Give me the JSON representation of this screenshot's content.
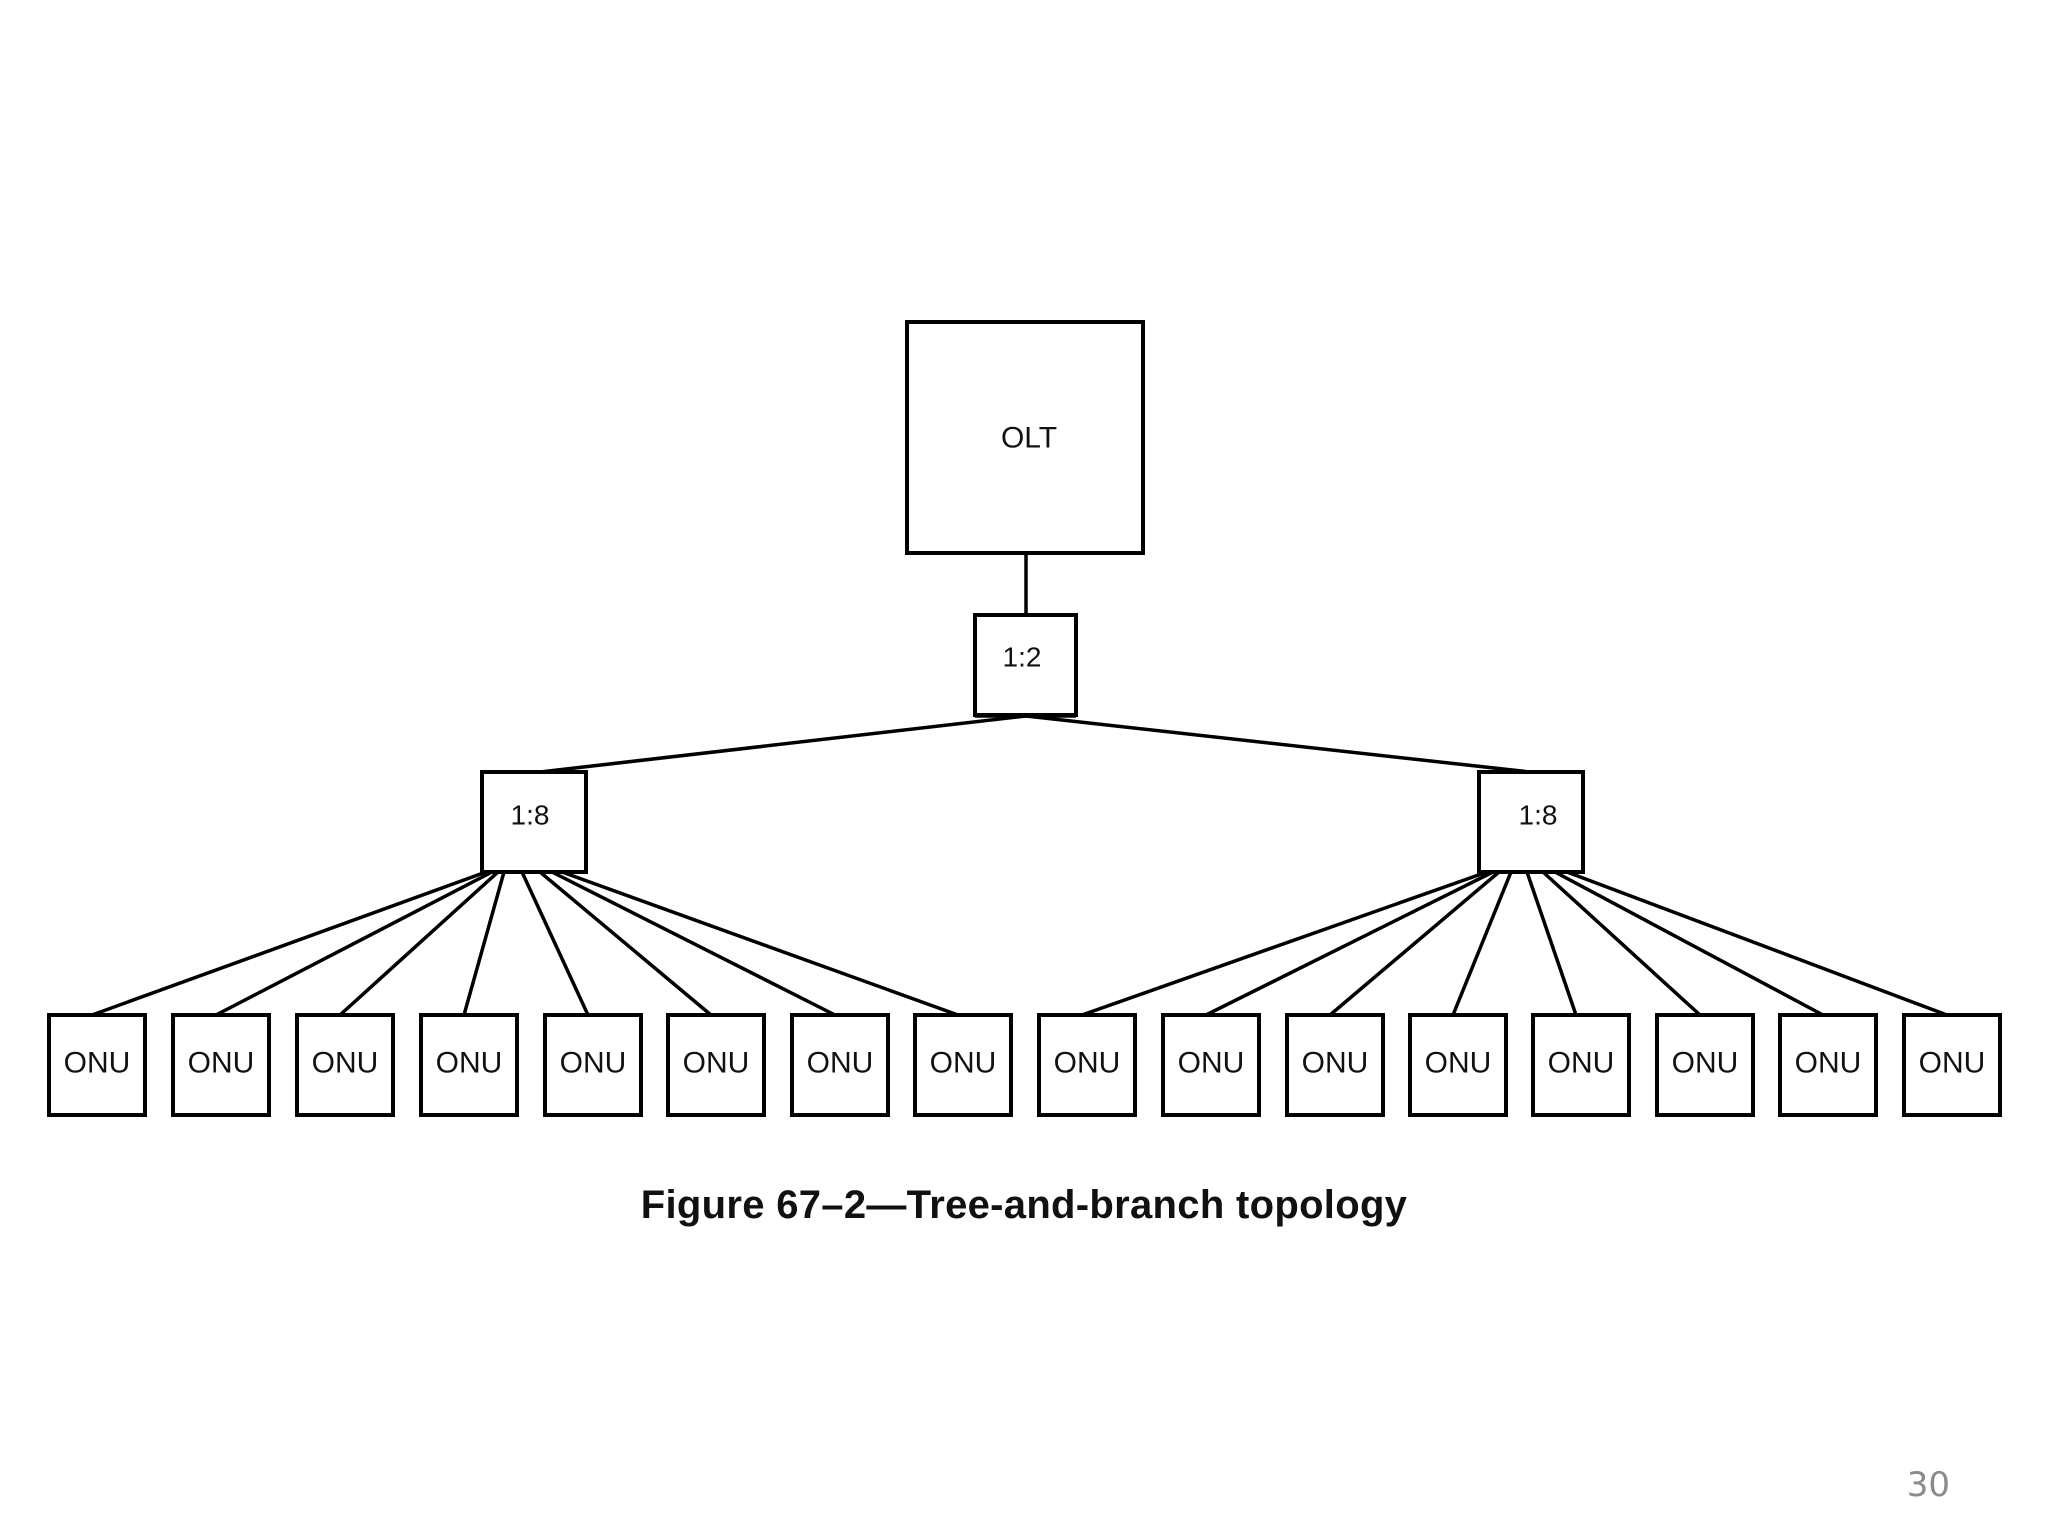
{
  "diagram": {
    "root": {
      "id": "olt",
      "label": "OLT"
    },
    "splitter": {
      "id": "split-1-2",
      "label": "1:2"
    },
    "branches": [
      {
        "id": "split-left",
        "label": "1:8"
      },
      {
        "id": "split-right",
        "label": "1:8"
      }
    ],
    "leaves": [
      {
        "label": "ONU",
        "parent": "split-left"
      },
      {
        "label": "ONU",
        "parent": "split-left"
      },
      {
        "label": "ONU",
        "parent": "split-left"
      },
      {
        "label": "ONU",
        "parent": "split-left"
      },
      {
        "label": "ONU",
        "parent": "split-left"
      },
      {
        "label": "ONU",
        "parent": "split-left"
      },
      {
        "label": "ONU",
        "parent": "split-left"
      },
      {
        "label": "ONU",
        "parent": "split-left"
      },
      {
        "label": "ONU",
        "parent": "split-right"
      },
      {
        "label": "ONU",
        "parent": "split-right"
      },
      {
        "label": "ONU",
        "parent": "split-right"
      },
      {
        "label": "ONU",
        "parent": "split-right"
      },
      {
        "label": "ONU",
        "parent": "split-right"
      },
      {
        "label": "ONU",
        "parent": "split-right"
      },
      {
        "label": "ONU",
        "parent": "split-right"
      },
      {
        "label": "ONU",
        "parent": "split-right"
      }
    ]
  },
  "caption": "Figure 67–2—Tree-and-branch topology",
  "page_number": "30"
}
